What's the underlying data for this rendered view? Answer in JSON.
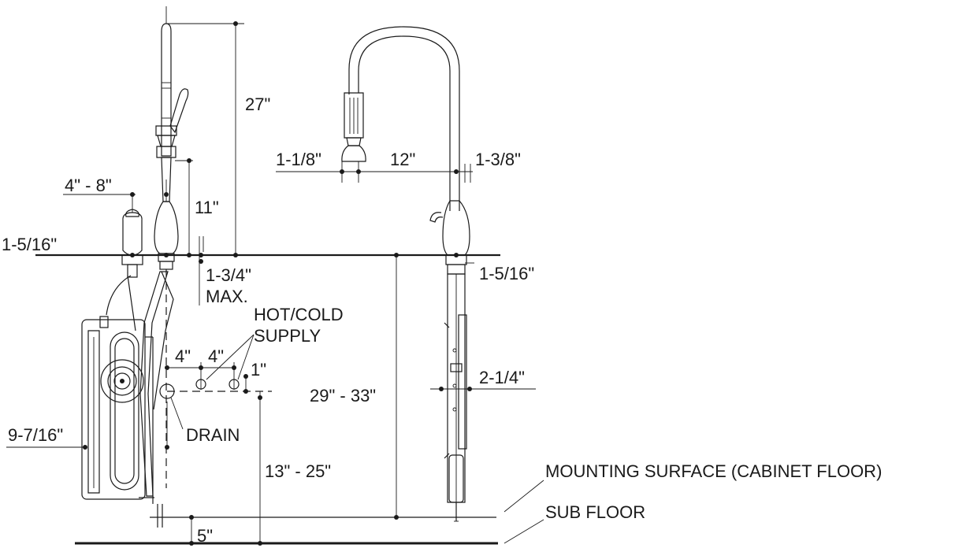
{
  "colors": {
    "ink": "#1a1a1a",
    "background": "#ffffff"
  },
  "dimensions": {
    "spout_height": "27\"",
    "handle_height": "11\"",
    "side_spray_spacing": "4\" - 8\"",
    "deck_thickness_left": "1-5/16\"",
    "max_deck": "1-3/4\"",
    "max_label": "MAX.",
    "sprayer_width": "1-1/8\"",
    "spout_reach": "12\"",
    "spout_base_width": "1-3/8\"",
    "deck_thickness_right": "1-5/16\"",
    "supply_spacing_1": "4\"",
    "supply_spacing_2": "4\"",
    "supply_offset": "1\"",
    "shank_width": "2-1/4\"",
    "counter_height": "29\" - 33\"",
    "supply_height": "13\" - 25\"",
    "unit_height": "9-7/16\"",
    "floor_gap": "5\""
  },
  "labels": {
    "hot_cold_line1": "HOT/COLD",
    "hot_cold_line2": "SUPPLY",
    "drain": "DRAIN",
    "mounting_surface": "MOUNTING SURFACE (CABINET FLOOR)",
    "sub_floor": "SUB FLOOR"
  }
}
